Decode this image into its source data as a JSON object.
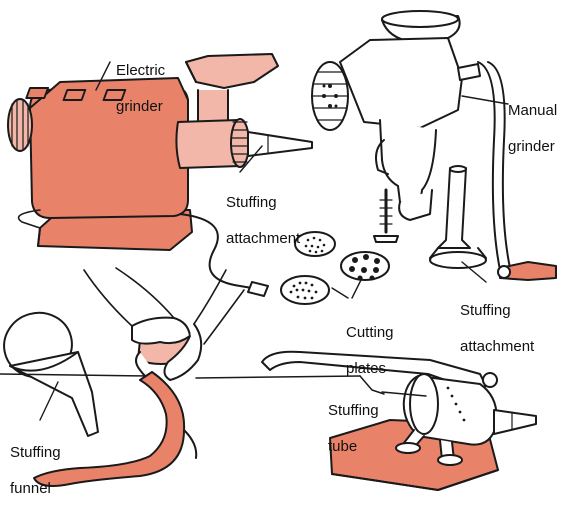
{
  "colors": {
    "salmon": "#e8836a",
    "salmon_dark": "#d9704f",
    "pink": "#f2b7a8",
    "outline": "#1a1a1a"
  },
  "labels": {
    "electric_grinder": [
      "Electric",
      "grinder"
    ],
    "manual_grinder": [
      "Manual",
      "grinder"
    ],
    "stuffing_attachment_electric": [
      "Stuffing",
      "attachment"
    ],
    "stuffing_attachment_manual": [
      "Stuffing",
      "attachment"
    ],
    "cutting_plates": [
      "Cutting",
      "plates"
    ],
    "stuffing_funnel": [
      "Stuffing",
      "funnel"
    ],
    "stuffing_tube": [
      "Stuffing",
      "tube"
    ]
  }
}
